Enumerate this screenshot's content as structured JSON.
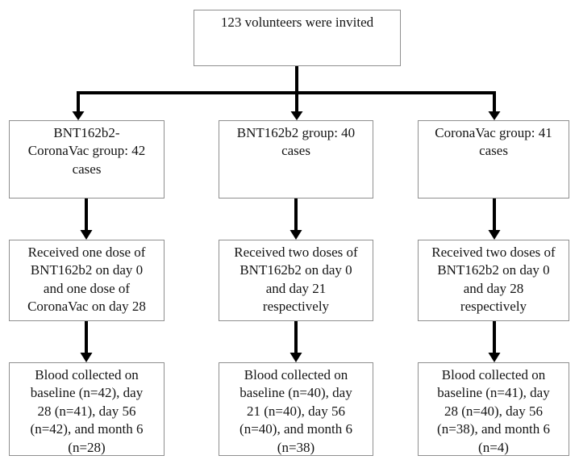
{
  "flow": {
    "invited": "123 volunteers were invited",
    "columns": [
      {
        "group": "BNT162b2-\nCoronaVac group: 42\ncases",
        "regimen": "Received one dose of\nBNT162b2 on day 0\nand one dose of\nCoronaVac on day 28",
        "blood": "Blood collected on\nbaseline (n=42), day\n28 (n=41), day 56\n(n=42), and month 6\n(n=28)"
      },
      {
        "group": "BNT162b2 group: 40\ncases",
        "regimen": "Received two doses of\nBNT162b2 on day 0\nand day 21\nrespectively",
        "blood": "Blood collected on\nbaseline (n=40), day\n21 (n=40), day 56\n(n=40), and month 6\n(n=38)"
      },
      {
        "group": "CoronaVac group: 41\ncases",
        "regimen": "Received two doses of\nBNT162b2 on day 0\nand day 28\nrespectively",
        "blood": "Blood collected on\nbaseline (n=41), day\n28 (n=40), day 56\n(n=38), and month 6\n(n=4)"
      }
    ]
  }
}
